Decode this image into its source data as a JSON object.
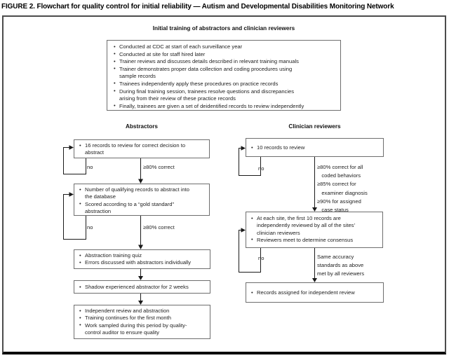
{
  "title": "FIGURE 2. Flowchart for quality control for initial reliability — Autism and Developmental Disabilities Monitoring Network",
  "training": {
    "heading": "Initial training of abstractors and clinician reviewers",
    "bullets": [
      "Conducted at CDC at start of each surveillance year",
      "Conducted at site for staff hired later",
      "Trainer reviews and discusses details described in relevant training manuals",
      "Trainer demonstrates proper data collection and coding procedures using\nsample records",
      "Trainees independently apply these procedures on practice records",
      "During final training session, trainees resolve questions and discrepancies\narising from their review of these practice records",
      "Finally, trainees are given a set of deidentified records to review independently"
    ]
  },
  "abstractors": {
    "header": "Abstractors",
    "box1": {
      "bullets": [
        "16 records to review for correct decision to\nabstract"
      ]
    },
    "decision1": {
      "no": "no",
      "yes": "≥80% correct"
    },
    "box2": {
      "bullets": [
        "Number of qualifying records to abstract into\nthe database",
        "Scored according to a “gold standard”\nabstraction"
      ]
    },
    "decision2": {
      "no": "no",
      "yes": "≥80% correct"
    },
    "box3": {
      "bullets": [
        "Abstraction training quiz",
        "Errors discussed with abstractors individually"
      ]
    },
    "box4": {
      "bullets": [
        "Shadow experienced abstractor for 2 weeks"
      ]
    },
    "box5": {
      "bullets": [
        "Independent review and abstraction",
        "Training continues for the first month",
        "Work sampled during this period by quality-\ncontrol auditor to ensure quality"
      ]
    }
  },
  "clinicians": {
    "header": "Clinician reviewers",
    "box1": {
      "bullets": [
        "10 records to review"
      ]
    },
    "decision1": {
      "no": "no",
      "yes": "≥80% correct for all\n   coded behaviors\n≥85% correct for\n   examiner diagnosis\n≥90% for assigned\n   case status"
    },
    "box2": {
      "bullets": [
        "At each site, the first 10 records are\nindependently reviewed by all of the sites’\nclinician reviewers",
        "Reviewers meet to determine consensus"
      ]
    },
    "decision2": {
      "no": "no",
      "yes": "Same accuracy\nstandards as above\nmet by all reviewers"
    },
    "box3": {
      "bullets": [
        "Records assigned for independent review"
      ]
    }
  }
}
